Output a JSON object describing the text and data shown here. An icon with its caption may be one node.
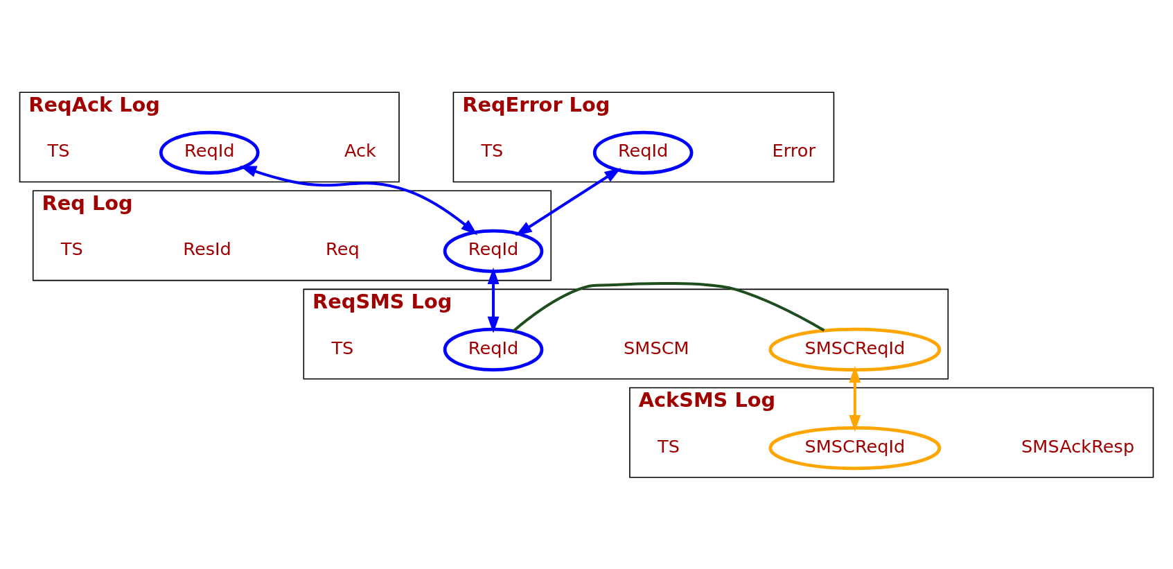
{
  "diagram": {
    "nodes": [
      {
        "text": [
          "ReqAck Log"
        ]
      },
      {
        "text": [
          "TS"
        ],
        "in": 0
      },
      {
        "text": [
          "ReqId"
        ],
        "in": 0
      },
      {
        "text": [
          "Ack"
        ],
        "in": 0
      },
      {
        "text": [
          "Req Log"
        ]
      },
      {
        "text": [
          "TS"
        ],
        "in": 4
      },
      {
        "text": [
          "ResId"
        ],
        "in": 4
      },
      {
        "text": [
          "Req"
        ],
        "in": 4
      },
      {
        "text": [
          "ReqId"
        ],
        "in": 4
      },
      {
        "text": [
          "ReqSMS Log"
        ]
      },
      {
        "text": [
          "TS"
        ],
        "in": 9
      },
      {
        "text": [
          "ReqId"
        ],
        "in": 9
      },
      {
        "text": [
          "SMSCM"
        ],
        "in": 9
      },
      {
        "text": [
          "SMSCReqId"
        ],
        "in": 9
      },
      {
        "text": [
          "ReqError Log"
        ]
      },
      {
        "text": [
          "TS"
        ],
        "in": 14
      },
      {
        "text": [
          "ReqId"
        ],
        "in": 14
      },
      {
        "text": [
          "Error"
        ],
        "in": 14
      },
      {
        "text": [
          "AckSMS Log"
        ]
      },
      {
        "text": [
          "TS"
        ],
        "in": 18
      },
      {
        "text": [
          "SMSCReqId"
        ],
        "in": 18
      },
      {
        "text": [
          "SMSAckResp"
        ],
        "in": 18
      }
    ],
    "edges": [
      {
        "from": 2,
        "to": 8,
        "arrow": "both"
      },
      {
        "from": 16,
        "to": 8,
        "arrow": "both"
      },
      {
        "from": 8,
        "to": 11,
        "arrow": "both"
      },
      {
        "from": 11,
        "to": 13,
        "arrow": "none",
        "color": "#1e4d1e"
      },
      {
        "from": 13,
        "to": 20,
        "arrow": "both",
        "color": "#ffa500"
      }
    ]
  }
}
